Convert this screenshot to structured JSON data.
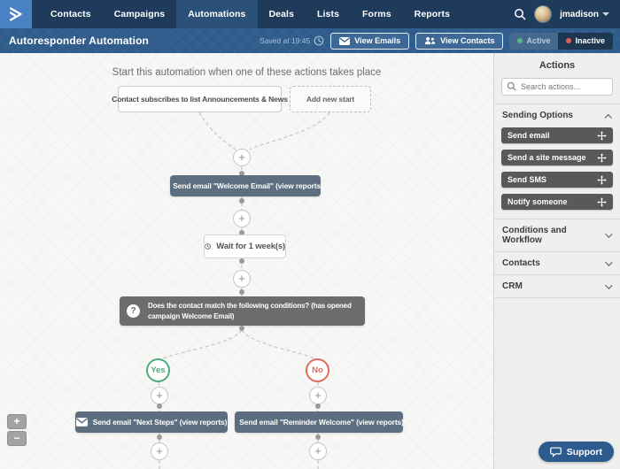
{
  "nav": {
    "items": [
      "Contacts",
      "Campaigns",
      "Automations",
      "Deals",
      "Lists",
      "Forms",
      "Reports"
    ],
    "active_item": "Automations",
    "user_name": "jmadison"
  },
  "header": {
    "title": "Autoresponder Automation",
    "saved_text": "Saved at 19:45",
    "view_emails": "View Emails",
    "view_contacts": "View Contacts",
    "status_active": "Active",
    "status_inactive": "Inactive"
  },
  "canvas": {
    "heading": "Start this automation when one of these actions takes place",
    "trigger_box": "Contact subscribes to list Announcements & News",
    "add_start_box": "Add new start",
    "email_node_1": "Send email \"Welcome Email\" (view reports)",
    "wait_node": "Wait for 1 week(s)",
    "condition_node": "Does the contact match the following conditions? (has opened campaign Welcome Email)",
    "condition_icon": "?",
    "branch_yes": "Yes",
    "branch_no": "No",
    "email_node_yes": "Send email \"Next Steps\" (view reports)",
    "email_node_no": "Send email \"Reminder Welcome\" (view reports)",
    "plus_symbol": "+",
    "zoom_in": "+",
    "zoom_out": "−"
  },
  "sidebar": {
    "title": "Actions",
    "search_placeholder": "Search actions...",
    "sections": [
      {
        "label": "Sending Options",
        "items": [
          "Send email",
          "Send a site message",
          "Send SMS",
          "Notify someone"
        ]
      },
      {
        "label": "Conditions and Workflow"
      },
      {
        "label": "Contacts"
      },
      {
        "label": "CRM"
      }
    ],
    "support": "Support"
  },
  "colors": {
    "nav_bg": "#1f3b5c",
    "subbar_bg": "#2f5c8a",
    "logo_bg": "#4a80c4",
    "email_node": "#5d6e80",
    "condition_node": "#6c6c6c",
    "yes_green": "#4cab7d",
    "no_red": "#e2695b",
    "sidebar_item": "#59595b",
    "support": "#2e5b8d"
  }
}
